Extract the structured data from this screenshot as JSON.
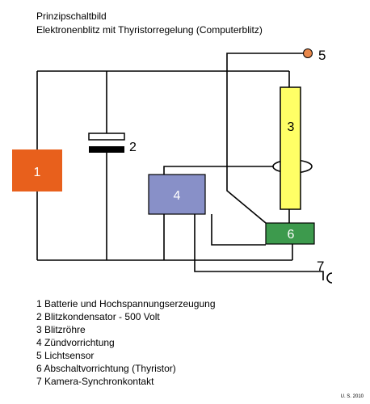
{
  "header": {
    "title": "Prinzipschaltbild",
    "subtitle": "Elektronenblitz mit Thyristorregelung (Computerblitz)"
  },
  "components": {
    "battery": "1",
    "capacitor": "2",
    "flash_tube": "3",
    "ignition": "4",
    "light_sensor": "5",
    "thyristor": "6",
    "sync_contact": "7"
  },
  "colors": {
    "battery": "#e8601c",
    "flash_tube": "#ffff66",
    "ignition": "#8890c8",
    "light_sensor": "#e8874a",
    "thyristor": "#3d9a4d",
    "wire": "#000000"
  },
  "legend": [
    "1 Batterie und Hochspannungserzeugung",
    "2 Blitzkondensator - 500 Volt",
    "3 Blitzröhre",
    "4 Zündvorrichtung",
    "5 Lichtsensor",
    "6 Abschaltvorrichtung (Thyristor)",
    "7 Kamera-Synchronkontakt"
  ],
  "credit": "U. S. 2010"
}
